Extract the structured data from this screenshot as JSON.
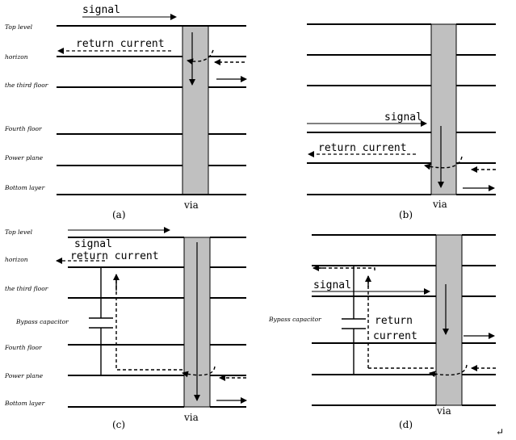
{
  "layer_labels": {
    "top": "Top level",
    "horizon": "horizon",
    "third": "the third floor",
    "fourth": "Fourth floor",
    "power": "Power plane",
    "bottom": "Bottom layer"
  },
  "text": {
    "signal": "signal",
    "return_current": "return current",
    "return": "return",
    "current": "current",
    "via": "via",
    "bypass": "Bypass capacitor",
    "mark": "↵"
  },
  "panels": {
    "a": "(a)",
    "b": "(b)",
    "c": "(c)",
    "d": "(d)"
  },
  "colors": {
    "via_fill": "#c0c0c0",
    "line": "#000000"
  }
}
